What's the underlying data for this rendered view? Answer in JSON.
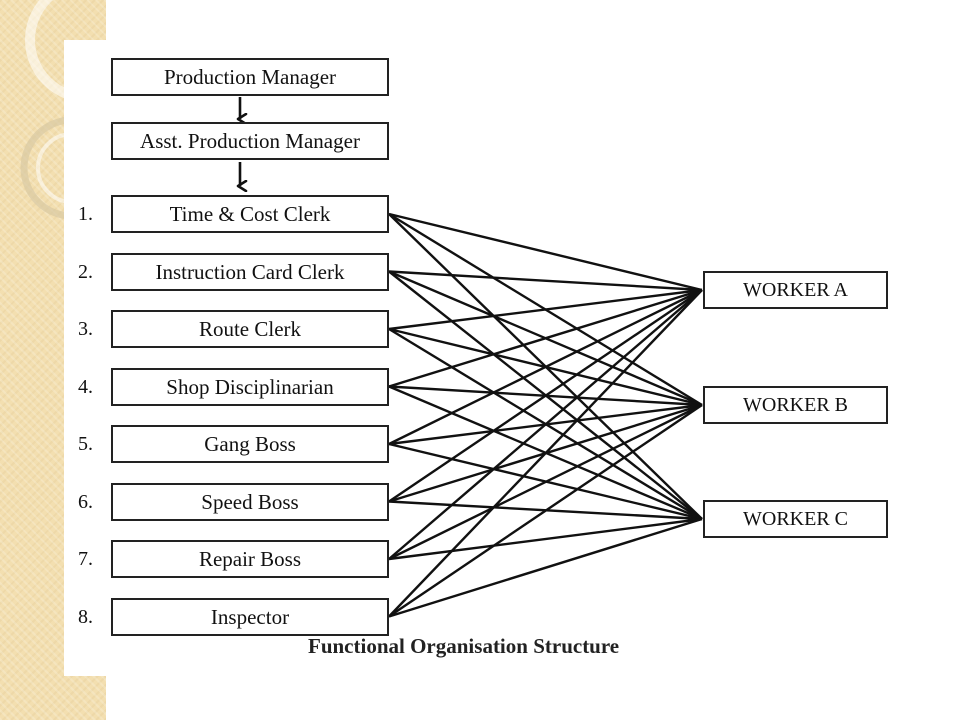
{
  "diagram": {
    "title": "Functional Organisation Structure",
    "managers": [
      "Production Manager",
      "Asst. Production Manager"
    ],
    "functions": [
      {
        "number": "1.",
        "label": "Time & Cost Clerk"
      },
      {
        "number": "2.",
        "label": "Instruction Card Clerk"
      },
      {
        "number": "3.",
        "label": "Route Clerk"
      },
      {
        "number": "4.",
        "label": "Shop Disciplinarian"
      },
      {
        "number": "5.",
        "label": "Gang Boss"
      },
      {
        "number": "6.",
        "label": "Speed Boss"
      },
      {
        "number": "7.",
        "label": "Repair Boss"
      },
      {
        "number": "8.",
        "label": "Inspector"
      }
    ],
    "workers": [
      "WORKER A",
      "WORKER B",
      "WORKER C"
    ],
    "connections": "every function box connects to every worker"
  },
  "colors": {
    "background": "#ffffff",
    "decor_strip": "#f3dfb0",
    "lines": "#111111"
  }
}
